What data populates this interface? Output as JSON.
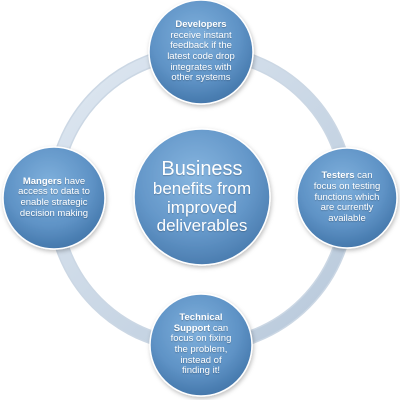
{
  "diagram": {
    "center": {
      "line1": "Business",
      "line2": "benefits from",
      "line3": "improved",
      "line4": "deliverables"
    },
    "nodes": {
      "developers": {
        "bold": "Developers",
        "lines": [
          "receive instant",
          "feedback if the",
          "latest code drop",
          "integrates with",
          "other systems"
        ]
      },
      "testers": {
        "bold": "Testers",
        "rest": " can",
        "lines": [
          "focus on testing",
          "functions which",
          "are currently",
          "available"
        ]
      },
      "support": {
        "bold1": "Technical",
        "bold2": "Support",
        "rest": " can",
        "lines": [
          "focus on fixing",
          "the problem,",
          "instead of",
          "finding it!"
        ]
      },
      "managers": {
        "bold": "Mangers",
        "rest": " have",
        "lines": [
          "access to data to",
          "enable strategic",
          "decision making"
        ]
      }
    },
    "colors": {
      "node_fill": "#5f93c6",
      "node_dark": "#4a7fb2",
      "ring": "#c9d8e8",
      "ring_shadow": "#9fb5cc"
    }
  }
}
